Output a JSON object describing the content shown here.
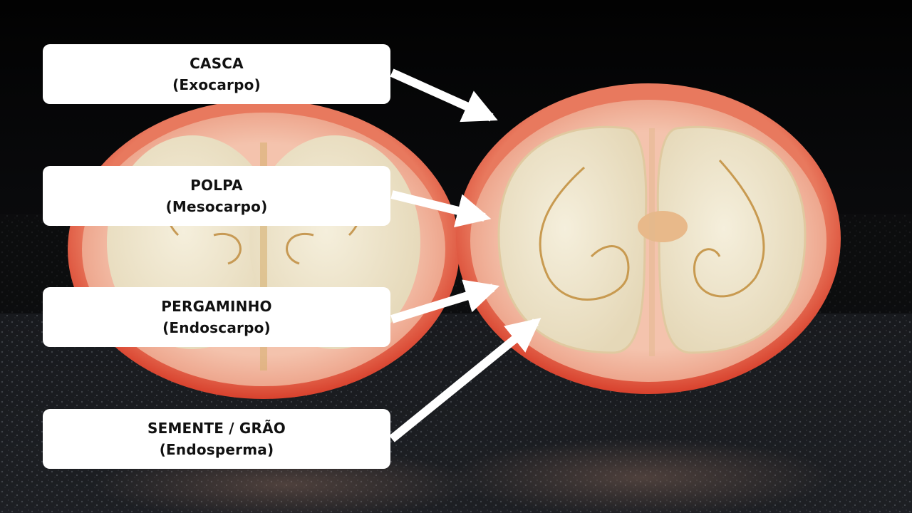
{
  "labels": [
    {
      "title": "CASCA",
      "subtitle": "(Exocarpo)"
    },
    {
      "title": "POLPA",
      "subtitle": "(Mesocarpo)"
    },
    {
      "title": "PERGAMINHO",
      "subtitle": "(Endoscarpo)"
    },
    {
      "title": "SEMENTE / GRÃO",
      "subtitle": "(Endosperma)"
    }
  ],
  "colors": {
    "background": "#050505",
    "skin": "#d8402c",
    "pulp": "#f0b39a",
    "seed": "#efe7cf",
    "label_bg": "#ffffff",
    "arrow": "#ffffff"
  }
}
